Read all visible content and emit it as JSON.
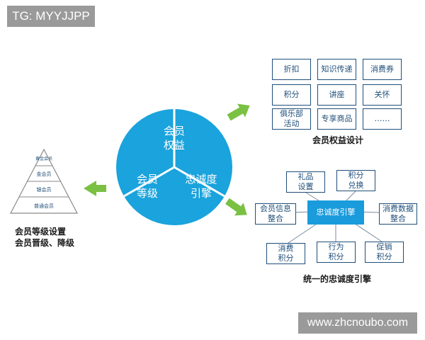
{
  "top_tag": "TG: MYYJJPP",
  "footer_tag": "www.zhcnoubo.com",
  "circle": {
    "seg_benefits": [
      "会员",
      "权益"
    ],
    "seg_level": [
      "会员",
      "等级"
    ],
    "seg_loyalty": [
      "忠诚度",
      "引擎"
    ]
  },
  "pyramid": {
    "levels": [
      "黄金会员",
      "金会员",
      "银会员",
      "普通会员"
    ],
    "caption": [
      "会员等级设置",
      "会员晋级、降级"
    ]
  },
  "benefits_grid": {
    "cells": [
      "折扣",
      "知识传递",
      "消费券",
      "积分",
      "讲座",
      "关怀",
      "俱乐部活动",
      "专享商品",
      "……"
    ],
    "caption": "会员权益设计"
  },
  "engine": {
    "center": "忠诚度引擎",
    "nodes": [
      "礼品设置",
      "积分兑换",
      "会员信息整合",
      "消费数据整合",
      "消费积分",
      "行为积分",
      "促销积分"
    ],
    "caption": "统一的忠诚度引擎"
  },
  "colors": {
    "accent": "#1aa3dc",
    "box_border": "#1f4e79",
    "engine_center": "#1a9bdc",
    "arrow": "#7ac143"
  }
}
